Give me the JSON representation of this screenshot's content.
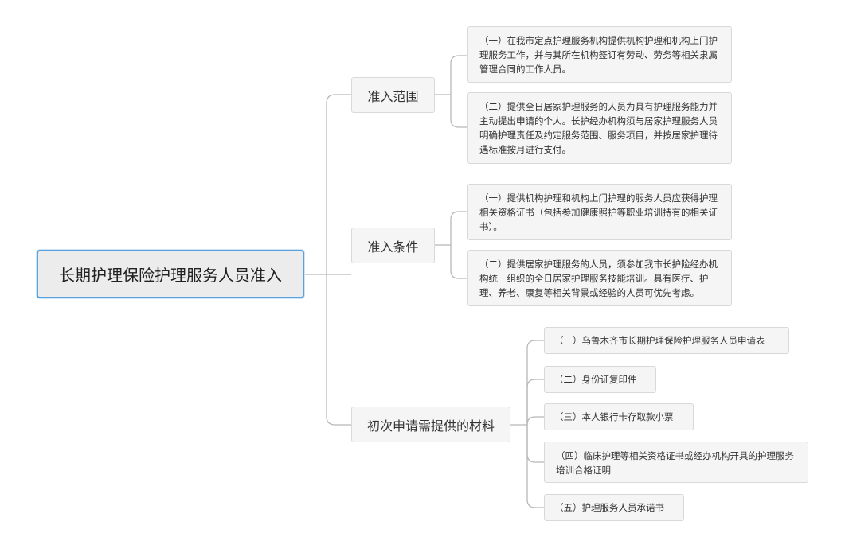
{
  "root": {
    "label": "长期护理保险护理服务人员准入"
  },
  "branches": [
    {
      "label": "准入范围",
      "items": [
        "（一）在我市定点护理服务机构提供机构护理和机构上门护理服务工作，并与其所在机构签订有劳动、劳务等相关隶属管理合同的工作人员。",
        "（二）提供全日居家护理服务的人员为具有护理服务能力并主动提出申请的个人。长护经办机构须与居家护理服务人员明确护理责任及约定服务范围、服务项目，并按居家护理待遇标准按月进行支付。"
      ]
    },
    {
      "label": "准入条件",
      "items": [
        "（一）提供机构护理和机构上门护理的服务人员应获得护理相关资格证书（包括参加健康照护等职业培训持有的相关证书）。",
        "（二）提供居家护理服务的人员，须参加我市长护险经办机构统一组织的全日居家护理服务技能培训。具有医疗、护理、养老、康复等相关背景或经验的人员可优先考虑。"
      ]
    },
    {
      "label": "初次申请需提供的材料",
      "items": [
        "（一）乌鲁木齐市长期护理保险护理服务人员申请表",
        "（二）身份证复印件",
        "（三）本人银行卡存取款小票",
        "（四）临床护理等相关资格证书或经办机构开具的护理服务培训合格证明",
        "（五）护理服务人员承诺书"
      ]
    }
  ]
}
